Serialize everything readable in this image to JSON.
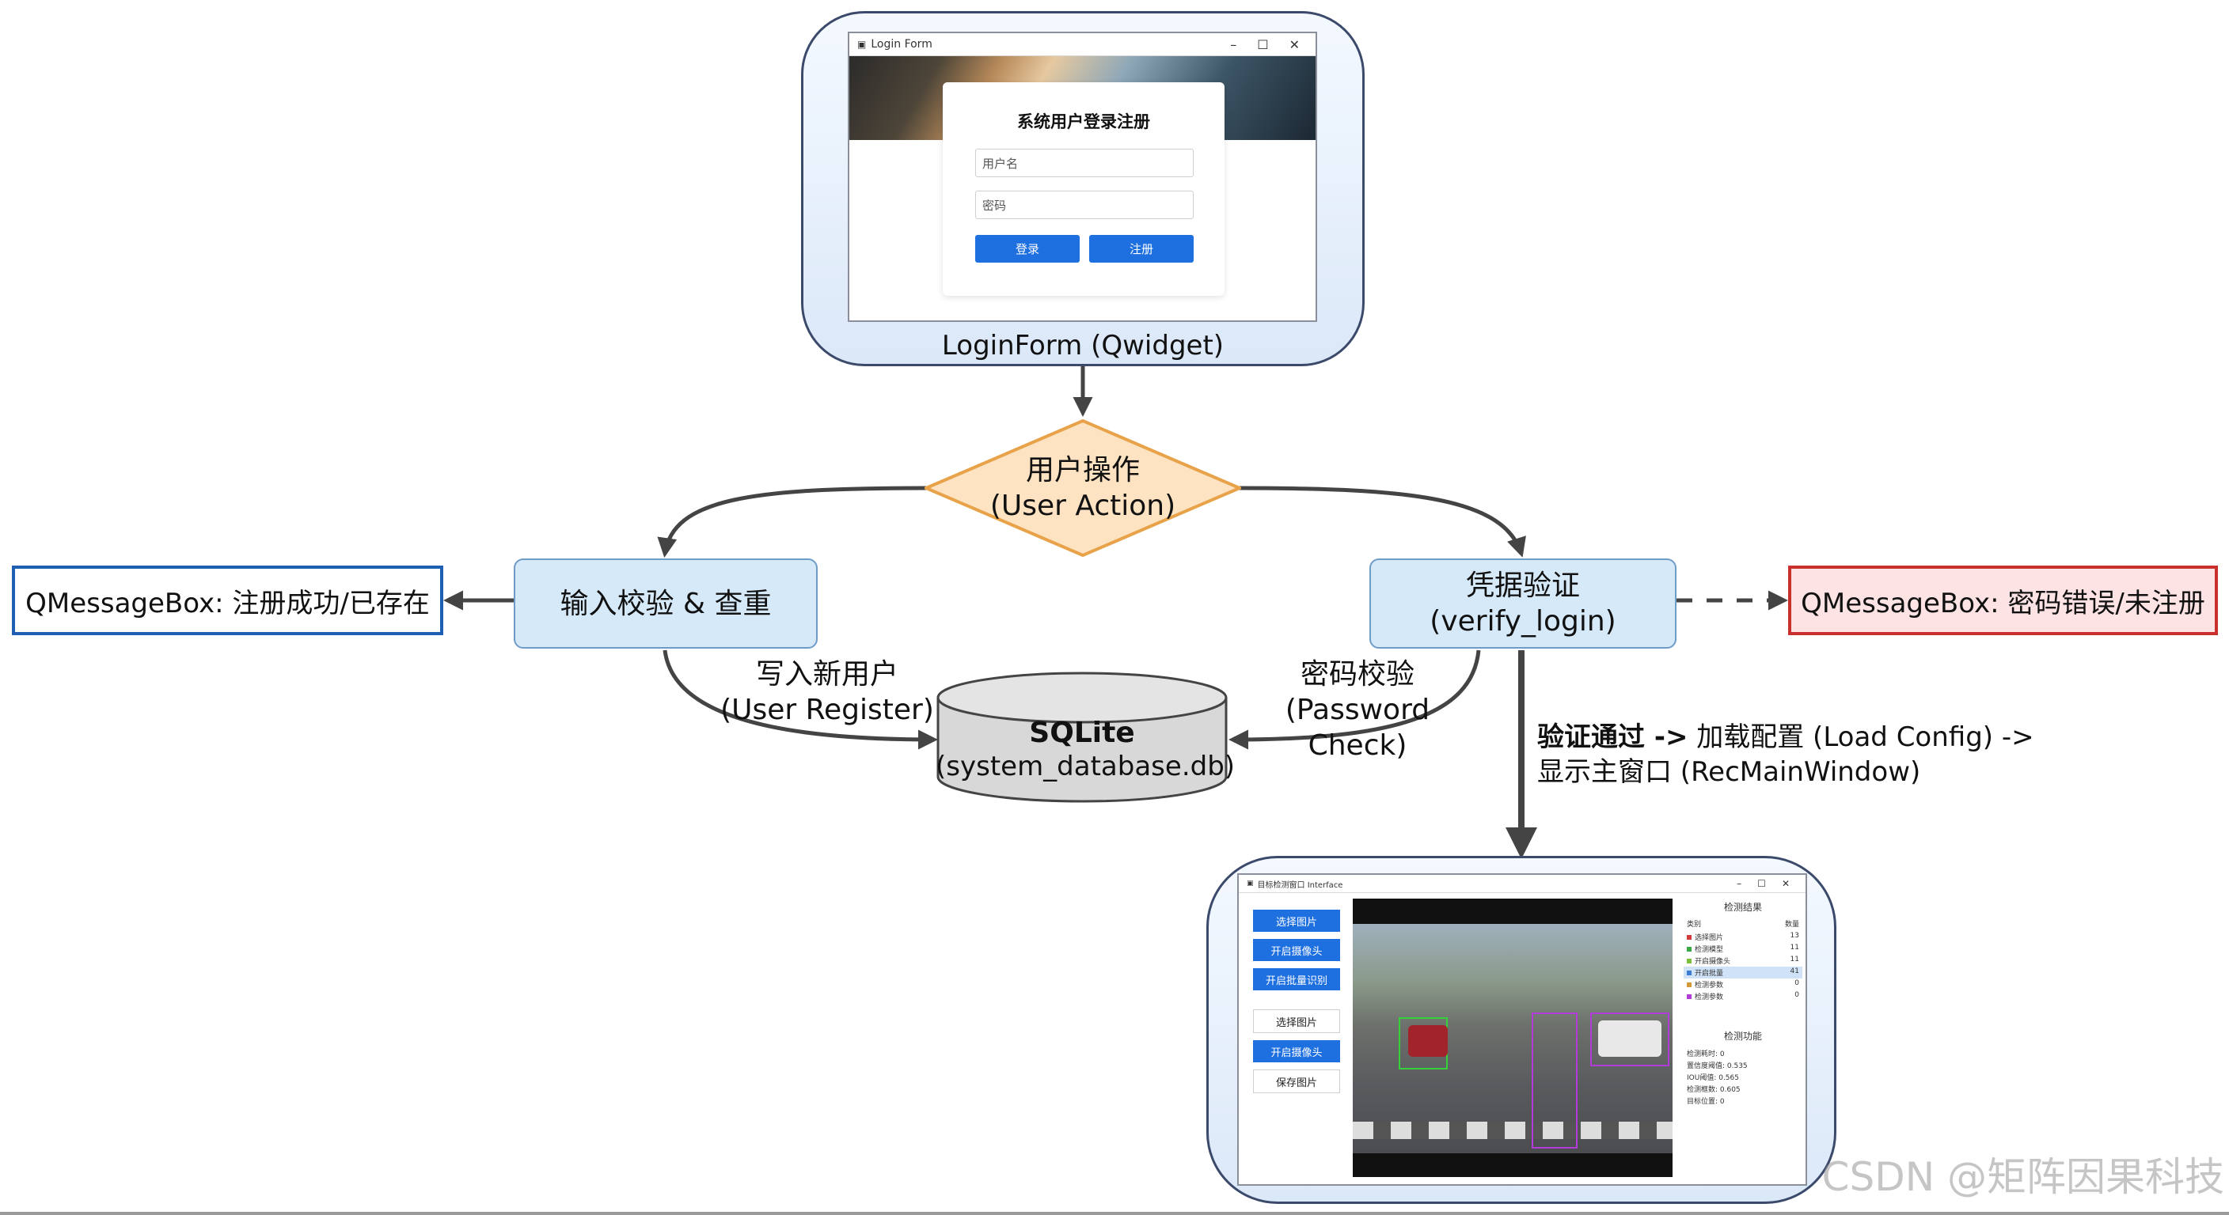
{
  "login_form": {
    "window_title": "Login Form",
    "form_title": "系统用户登录注册",
    "username_placeholder": "用户名",
    "password_placeholder": "密码",
    "login_button": "登录",
    "register_button": "注册",
    "caption": "LoginForm (Qwidget)"
  },
  "decision": {
    "line1": "用户操作",
    "line2": "(User Action)"
  },
  "left_box": {
    "label": "输入校验 & 查重"
  },
  "left_message": {
    "label": "QMessageBox: 注册成功/已存在"
  },
  "right_box": {
    "line1": "凭据验证",
    "line2": "(verify_login)"
  },
  "right_message": {
    "label": "QMessageBox: 密码错误/未注册"
  },
  "write_label": {
    "line1": "写入新用户",
    "line2": "(User Register)"
  },
  "check_label": {
    "line1": "密码校验",
    "line2": "(Password Check)"
  },
  "database": {
    "line1": "SQLite",
    "line2": "(system_database.db)"
  },
  "success_label": {
    "bold": "验证通过 ->",
    "rest": " 加载配置 (Load Config) ->",
    "line2": "显示主窗口 (RecMainWindow)"
  },
  "main_window": {
    "window_title": "目标检测窗口 Interface",
    "buttons_group1": [
      "选择图片",
      "开启摄像头",
      "开启批量识别"
    ],
    "buttons_group2": [
      "选择图片",
      "开启摄像头",
      "保存图片"
    ],
    "results_title": "检测结果",
    "results_headers": [
      "类别",
      "数量"
    ],
    "results_rows": [
      {
        "name": "选择图片",
        "value": "13"
      },
      {
        "name": "检测模型",
        "value": "11"
      },
      {
        "name": "开启摄像头",
        "value": "11"
      },
      {
        "name": "开启批量",
        "value": "41"
      },
      {
        "name": "检测参数",
        "value": "0"
      },
      {
        "name": "检测参数",
        "value": "0"
      }
    ],
    "stats_title": "检测功能",
    "stats_rows": [
      "检测耗时: 0",
      "置信度阈值: 0.535",
      "IOU阈值: 0.565",
      "检测框数: 0.605",
      "目标位置: 0"
    ]
  },
  "watermark": "CSDN @矩阵因果科技",
  "colors": {
    "box_fill": "#d6e9f9",
    "diamond_fill": "#fde3c2",
    "diamond_stroke": "#e8a24a",
    "msg_blue": "#1f5fb3",
    "msg_red": "#c9302c",
    "db_fill": "#d8d8d8",
    "arrow": "#444444"
  }
}
